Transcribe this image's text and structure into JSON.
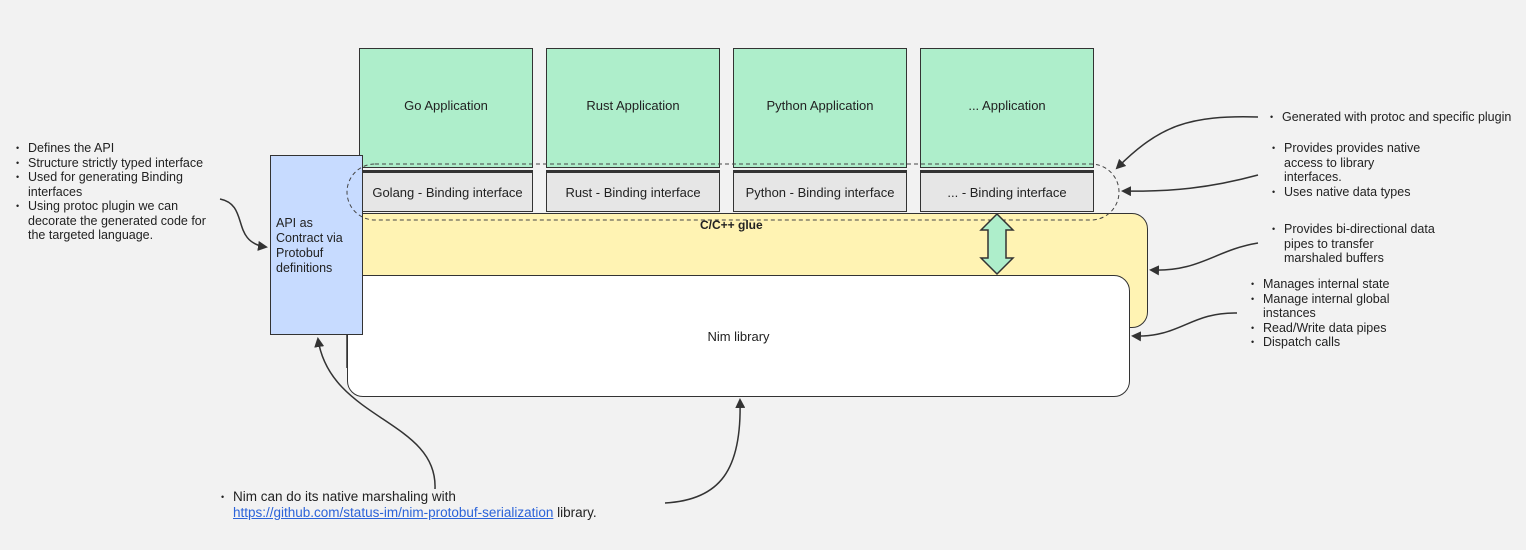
{
  "apps": [
    {
      "label": "Go Application"
    },
    {
      "label": "Rust Application"
    },
    {
      "label": "Python Application"
    },
    {
      "label": "... Application"
    }
  ],
  "bindings": [
    {
      "label": "Golang - Binding interface"
    },
    {
      "label": "Rust - Binding interface"
    },
    {
      "label": "Python - Binding interface"
    },
    {
      "label": "... - Binding interface"
    }
  ],
  "glue": {
    "label": "C/C++ glue"
  },
  "nim": {
    "label": "Nim library"
  },
  "api": {
    "label": "API as Contract via Protobuf definitions"
  },
  "left_notes": [
    "Defines the API",
    "Structure strictly typed interface",
    "Used for generating Binding interfaces",
    "Using protoc plugin we can decorate the generated code for the targeted language."
  ],
  "right_notes": {
    "generated": [
      "Generated with protoc and specific plugin"
    ],
    "bindings": [
      "Provides provides native access to library interfaces.",
      "Uses native data types"
    ],
    "glue": [
      "Provides bi-directional data pipes to transfer marshaled buffers"
    ],
    "nim": [
      "Manages internal state",
      "Manage internal global instances",
      "Read/Write data pipes",
      "Dispatch calls"
    ]
  },
  "bottom_note": {
    "prefix": "Nim can do its native marshaling with",
    "link": "https://github.com/status-im/nim-protobuf-serialization",
    "suffix": " library."
  },
  "colors": {
    "app": "#aeeecb",
    "binding": "#e6e6e6",
    "glue": "#fff3b3",
    "api": "#c7dbff",
    "link": "#2b63d9"
  }
}
